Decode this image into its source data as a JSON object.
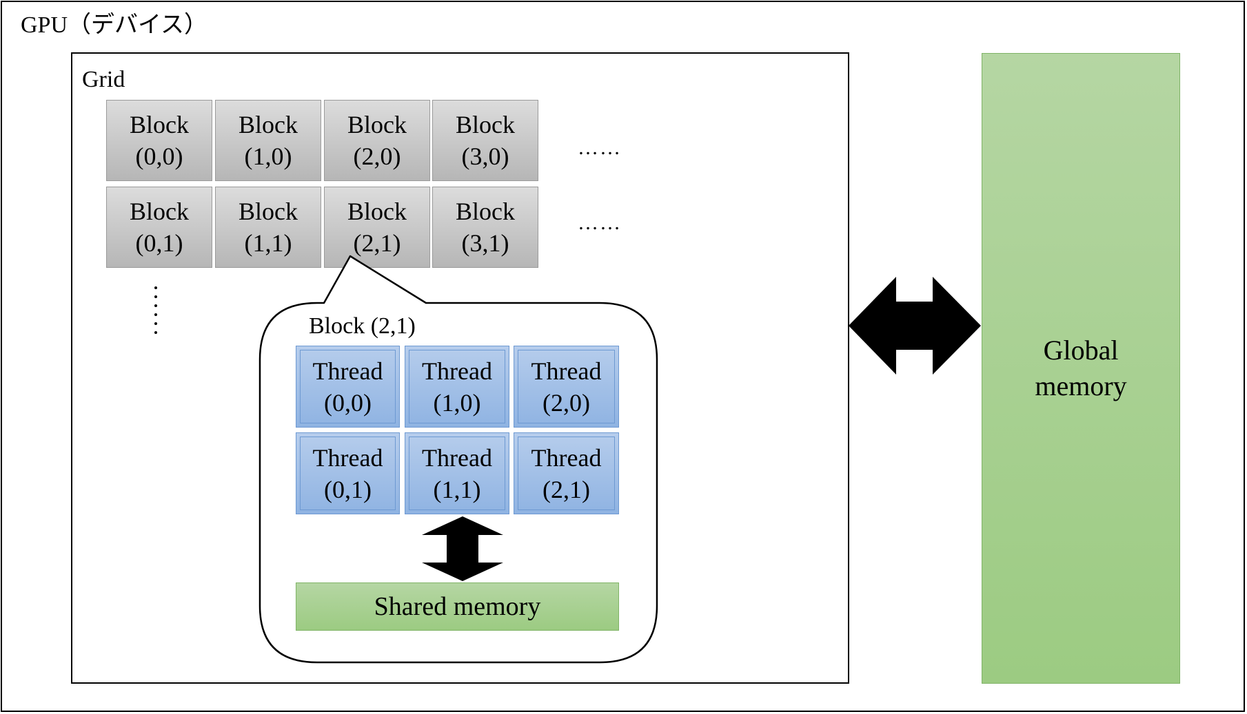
{
  "gpu": {
    "title": "GPU（デバイス）"
  },
  "grid": {
    "title": "Grid",
    "blocks": [
      {
        "word": "Block",
        "index": "(0,0)"
      },
      {
        "word": "Block",
        "index": "(1,0)"
      },
      {
        "word": "Block",
        "index": "(2,0)"
      },
      {
        "word": "Block",
        "index": "(3,0)"
      },
      {
        "word": "Block",
        "index": "(0,1)"
      },
      {
        "word": "Block",
        "index": "(1,1)"
      },
      {
        "word": "Block",
        "index": "(2,1)"
      },
      {
        "word": "Block",
        "index": "(3,1)"
      }
    ],
    "row_ellipsis": "……"
  },
  "callout": {
    "title": "Block (2,1)",
    "threads": [
      {
        "word": "Thread",
        "index": "(0,0)"
      },
      {
        "word": "Thread",
        "index": "(1,0)"
      },
      {
        "word": "Thread",
        "index": "(2,0)"
      },
      {
        "word": "Thread",
        "index": "(0,1)"
      },
      {
        "word": "Thread",
        "index": "(1,1)"
      },
      {
        "word": "Thread",
        "index": "(2,1)"
      }
    ],
    "shared_memory": "Shared memory"
  },
  "global_memory": {
    "line1": "Global",
    "line2": "memory"
  },
  "colors": {
    "block_fill": "#c8c8c8",
    "thread_fill": "#9dbde7",
    "memory_fill": "#a9d08e",
    "arrow": "#000000"
  },
  "icons": {
    "grid_to_global_arrow": "double-arrow-horizontal-icon",
    "threads_to_shared_arrow": "double-arrow-vertical-icon"
  }
}
